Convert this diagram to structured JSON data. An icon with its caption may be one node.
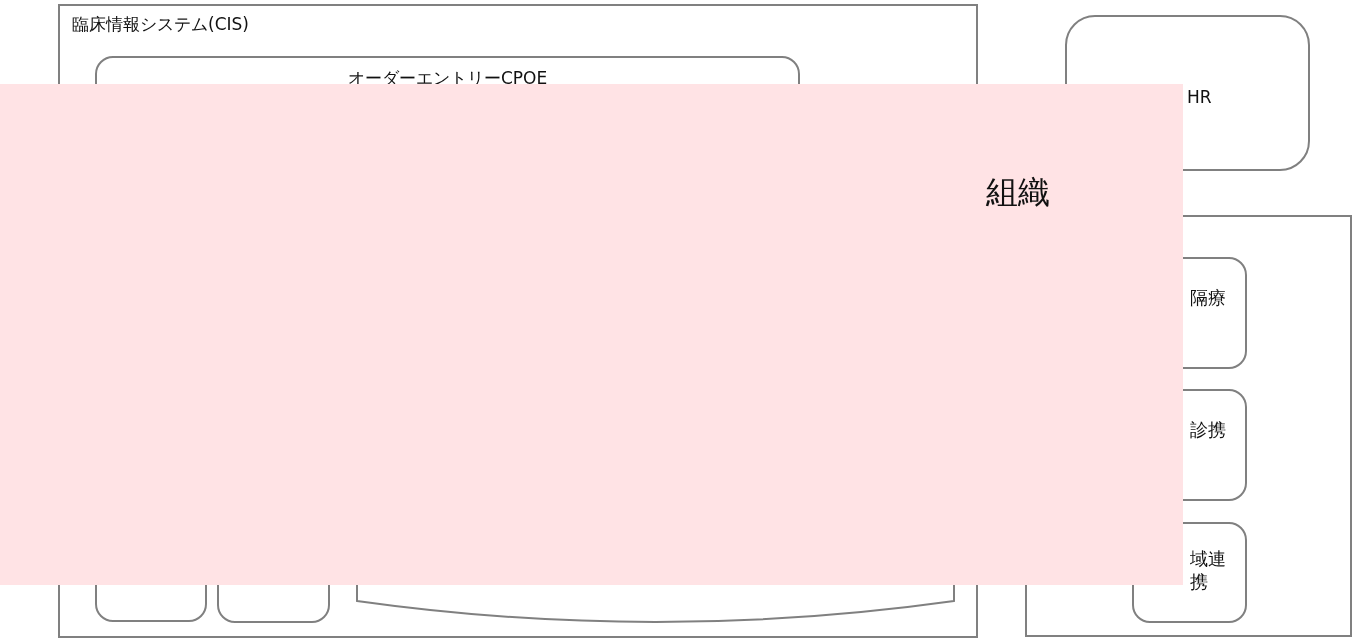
{
  "diagram": {
    "nodes": [
      {
        "text": [
          "臨床情報システム(CIS)"
        ]
      },
      {
        "text": [
          "オーダーエントリーCPOE"
        ],
        "in": 0
      },
      {
        "text": [],
        "shape": "box",
        "in": 0
      },
      {
        "text": [],
        "shape": "box",
        "in": 0
      },
      {
        "text": [],
        "shape": "cylinder",
        "in": 0
      },
      {
        "text": [
          "HR"
        ]
      },
      {
        "text": [],
        "shape": "box"
      },
      {
        "text": [
          "隔療"
        ],
        "in": 6
      },
      {
        "text": [
          "診携"
        ],
        "in": 6
      },
      {
        "text": [
          "域連携"
        ],
        "in": 6
      },
      {
        "text": [
          "組織"
        ]
      }
    ]
  }
}
